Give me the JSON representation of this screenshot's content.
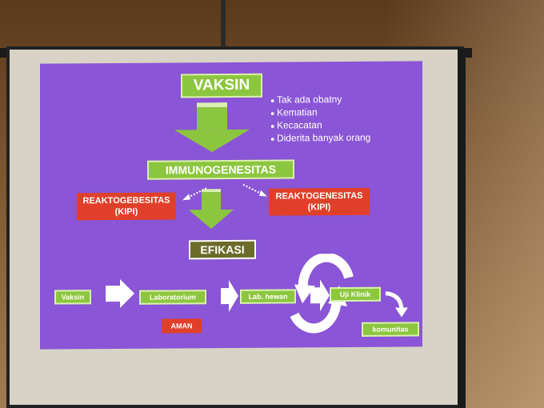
{
  "slide": {
    "title": "VAKSIN",
    "bullets": [
      "Tak ada obatny",
      "Kematian",
      "Kecacatan",
      "Diderita banyak orang"
    ],
    "immuno": "IMMUNOGENESITAS",
    "reakto_left": "REAKTOGEBESITAS\n(KIPI)",
    "reakto_right": "REAKTOGENESITAS\n(KIPI)",
    "efikasi": "EFIKASI",
    "flow": [
      "Vaksin",
      "Laboratorium",
      "Lab. hewan",
      "Uji Klinik",
      "komunitas"
    ],
    "aman": "AMAN"
  },
  "colors": {
    "slide_bg": "#8a55d6",
    "green": "#8cc63e",
    "red": "#e0402a",
    "olive": "#6b6b2a"
  }
}
